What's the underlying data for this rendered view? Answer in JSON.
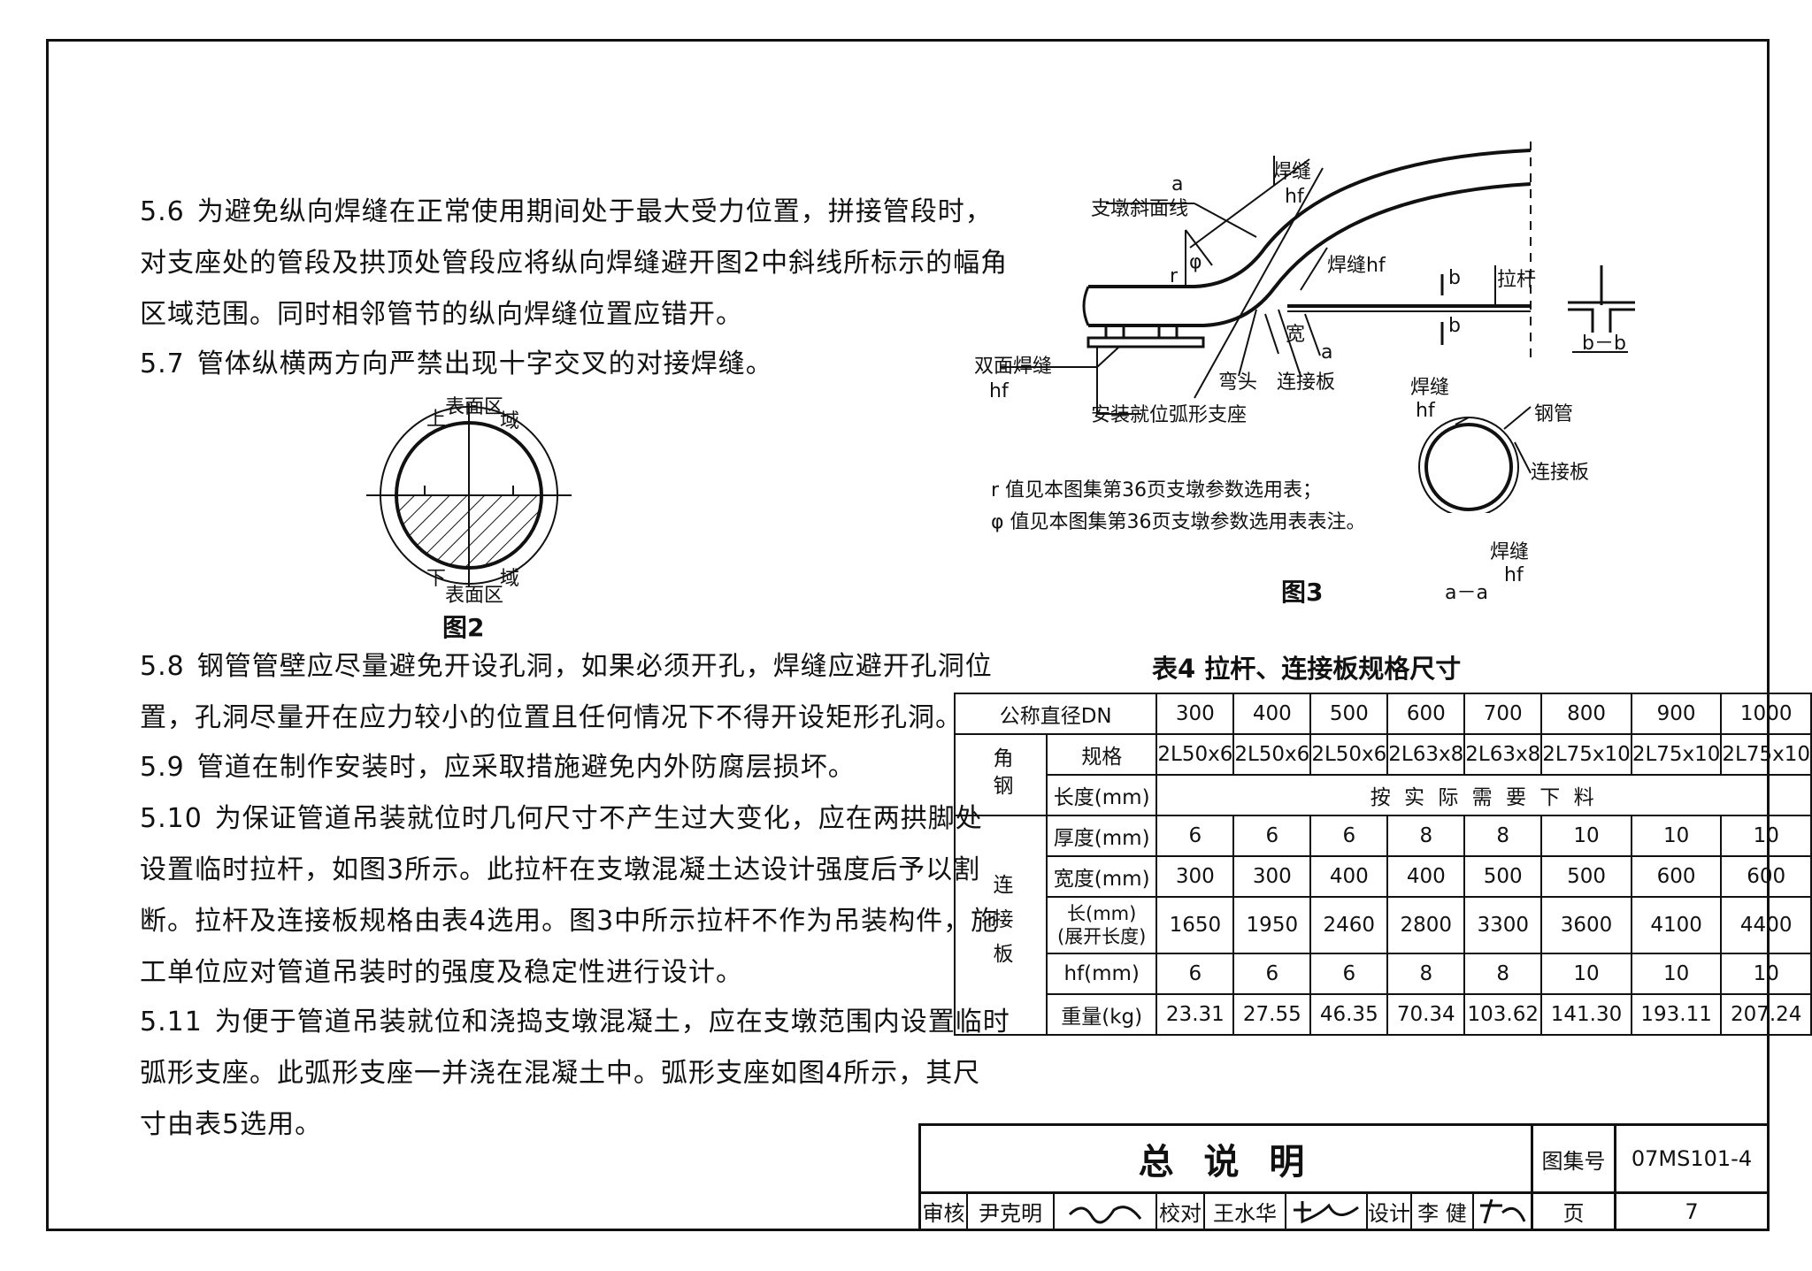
{
  "paragraphs": [
    {
      "id": "5.6",
      "lines": [
        "为避免纵向焊缝在正常使用期间处于最大受力位置，拼接管段时，",
        "对支座处的管段及拱顶处管段应将纵向焊缝避开图2中斜线所标示的幅角",
        "区域范围。同时相邻管节的纵向焊缝位置应错开。"
      ]
    },
    {
      "id": "5.7",
      "lines": [
        "管体纵横两方向严禁出现十字交叉的对接焊缝。"
      ]
    },
    {
      "id": "5.8",
      "lines": [
        "钢管管壁应尽量避免开设孔洞，如果必须开孔，焊缝应避开孔洞位",
        "置，孔洞尽量开在应力较小的位置且任何情况下不得开设矩形孔洞。"
      ]
    },
    {
      "id": "5.9",
      "lines": [
        "管道在制作安装时，应采取措施避免内外防腐层损坏。"
      ]
    },
    {
      "id": "5.10",
      "lines": [
        "为保证管道吊装就位时几何尺寸不产生过大变化，应在两拱脚处",
        "设置临时拉杆，如图3所示。此拉杆在支墩混凝土达设计强度后予以割",
        "断。拉杆及连接板规格由表4选用。图3中所示拉杆不作为吊装构件，施",
        "工单位应对管道吊装时的强度及稳定性进行设计。"
      ]
    },
    {
      "id": "5.11",
      "lines": [
        "为便于管道吊装就位和浇捣支墩混凝土，应在支墩范围内设置临时",
        "弧形支座。此弧形支座一并浇在混凝土中。弧形支座如图4所示，其尺",
        "寸由表5选用。"
      ]
    }
  ],
  "figure2": {
    "caption": "图2",
    "upper_label": "上",
    "upper_region": "表面区",
    "upper_region_end": "域",
    "lower_label": "下",
    "lower_region": "表面区",
    "lower_region_end": "域"
  },
  "figure3": {
    "caption": "图3",
    "labels": {
      "slope_line": "支墩斜面线",
      "weld_top": "焊缝",
      "hf": "hf",
      "weld_hf": "焊缝hf",
      "tie_rod": "拉杆",
      "b": "b",
      "double_weld": "双面焊缝",
      "elbow": "弯头",
      "plate": "连接板",
      "support": "安装就位弧形支座",
      "width": "宽",
      "a": "a",
      "r": "r",
      "phi": "φ",
      "section_bb": "b－b",
      "weld_aa": "焊缝",
      "steel_pipe": "钢管",
      "plate_aa": "连接板",
      "weld_aa_bottom": "焊缝",
      "section_aa": "a－a"
    },
    "notes": [
      "r 值见本图集第36页支墩参数选用表；",
      "φ 值见本图集第36页支墩参数选用表表注。"
    ]
  },
  "table4": {
    "title": "表4 拉杆、连接板规格尺寸",
    "dn_label": "公称直径DN",
    "dn": [
      "300",
      "400",
      "500",
      "600",
      "700",
      "800",
      "900",
      "1000"
    ],
    "angle_group": "角钢",
    "spec_label": "规格",
    "spec": [
      "2L50x6",
      "2L50x6",
      "2L50x6",
      "2L63x8",
      "2L63x8",
      "2L75x10",
      "2L75x10",
      "2L75x10"
    ],
    "length_label": "长度(mm)",
    "length_note": "按 实 际 需 要 下 料",
    "plate_group": "连接板",
    "thickness_label": "厚度(mm)",
    "thickness": [
      "6",
      "6",
      "6",
      "8",
      "8",
      "10",
      "10",
      "10"
    ],
    "width_label": "宽度(mm)",
    "width": [
      "300",
      "300",
      "400",
      "400",
      "500",
      "500",
      "600",
      "600"
    ],
    "plate_length_label": "长(mm)",
    "plate_length_sub": "(展开长度)",
    "plate_length": [
      "1650",
      "1950",
      "2460",
      "2800",
      "3300",
      "3600",
      "4100",
      "4400"
    ],
    "hf_label": "hf(mm)",
    "hf": [
      "6",
      "6",
      "6",
      "8",
      "8",
      "10",
      "10",
      "10"
    ],
    "weight_label": "重量(kg)",
    "weight": [
      "23.31",
      "27.55",
      "46.35",
      "70.34",
      "103.62",
      "141.30",
      "193.11",
      "207.24"
    ]
  },
  "title_block": {
    "title": "总 说 明",
    "atlas_label": "图集号",
    "atlas_no": "07MS101-4",
    "review_label": "审核",
    "reviewer": "尹克明",
    "check_label": "校对",
    "checker": "王水华",
    "design_label": "设计",
    "designer": "李 健",
    "page_label": "页",
    "page_no": "7"
  }
}
